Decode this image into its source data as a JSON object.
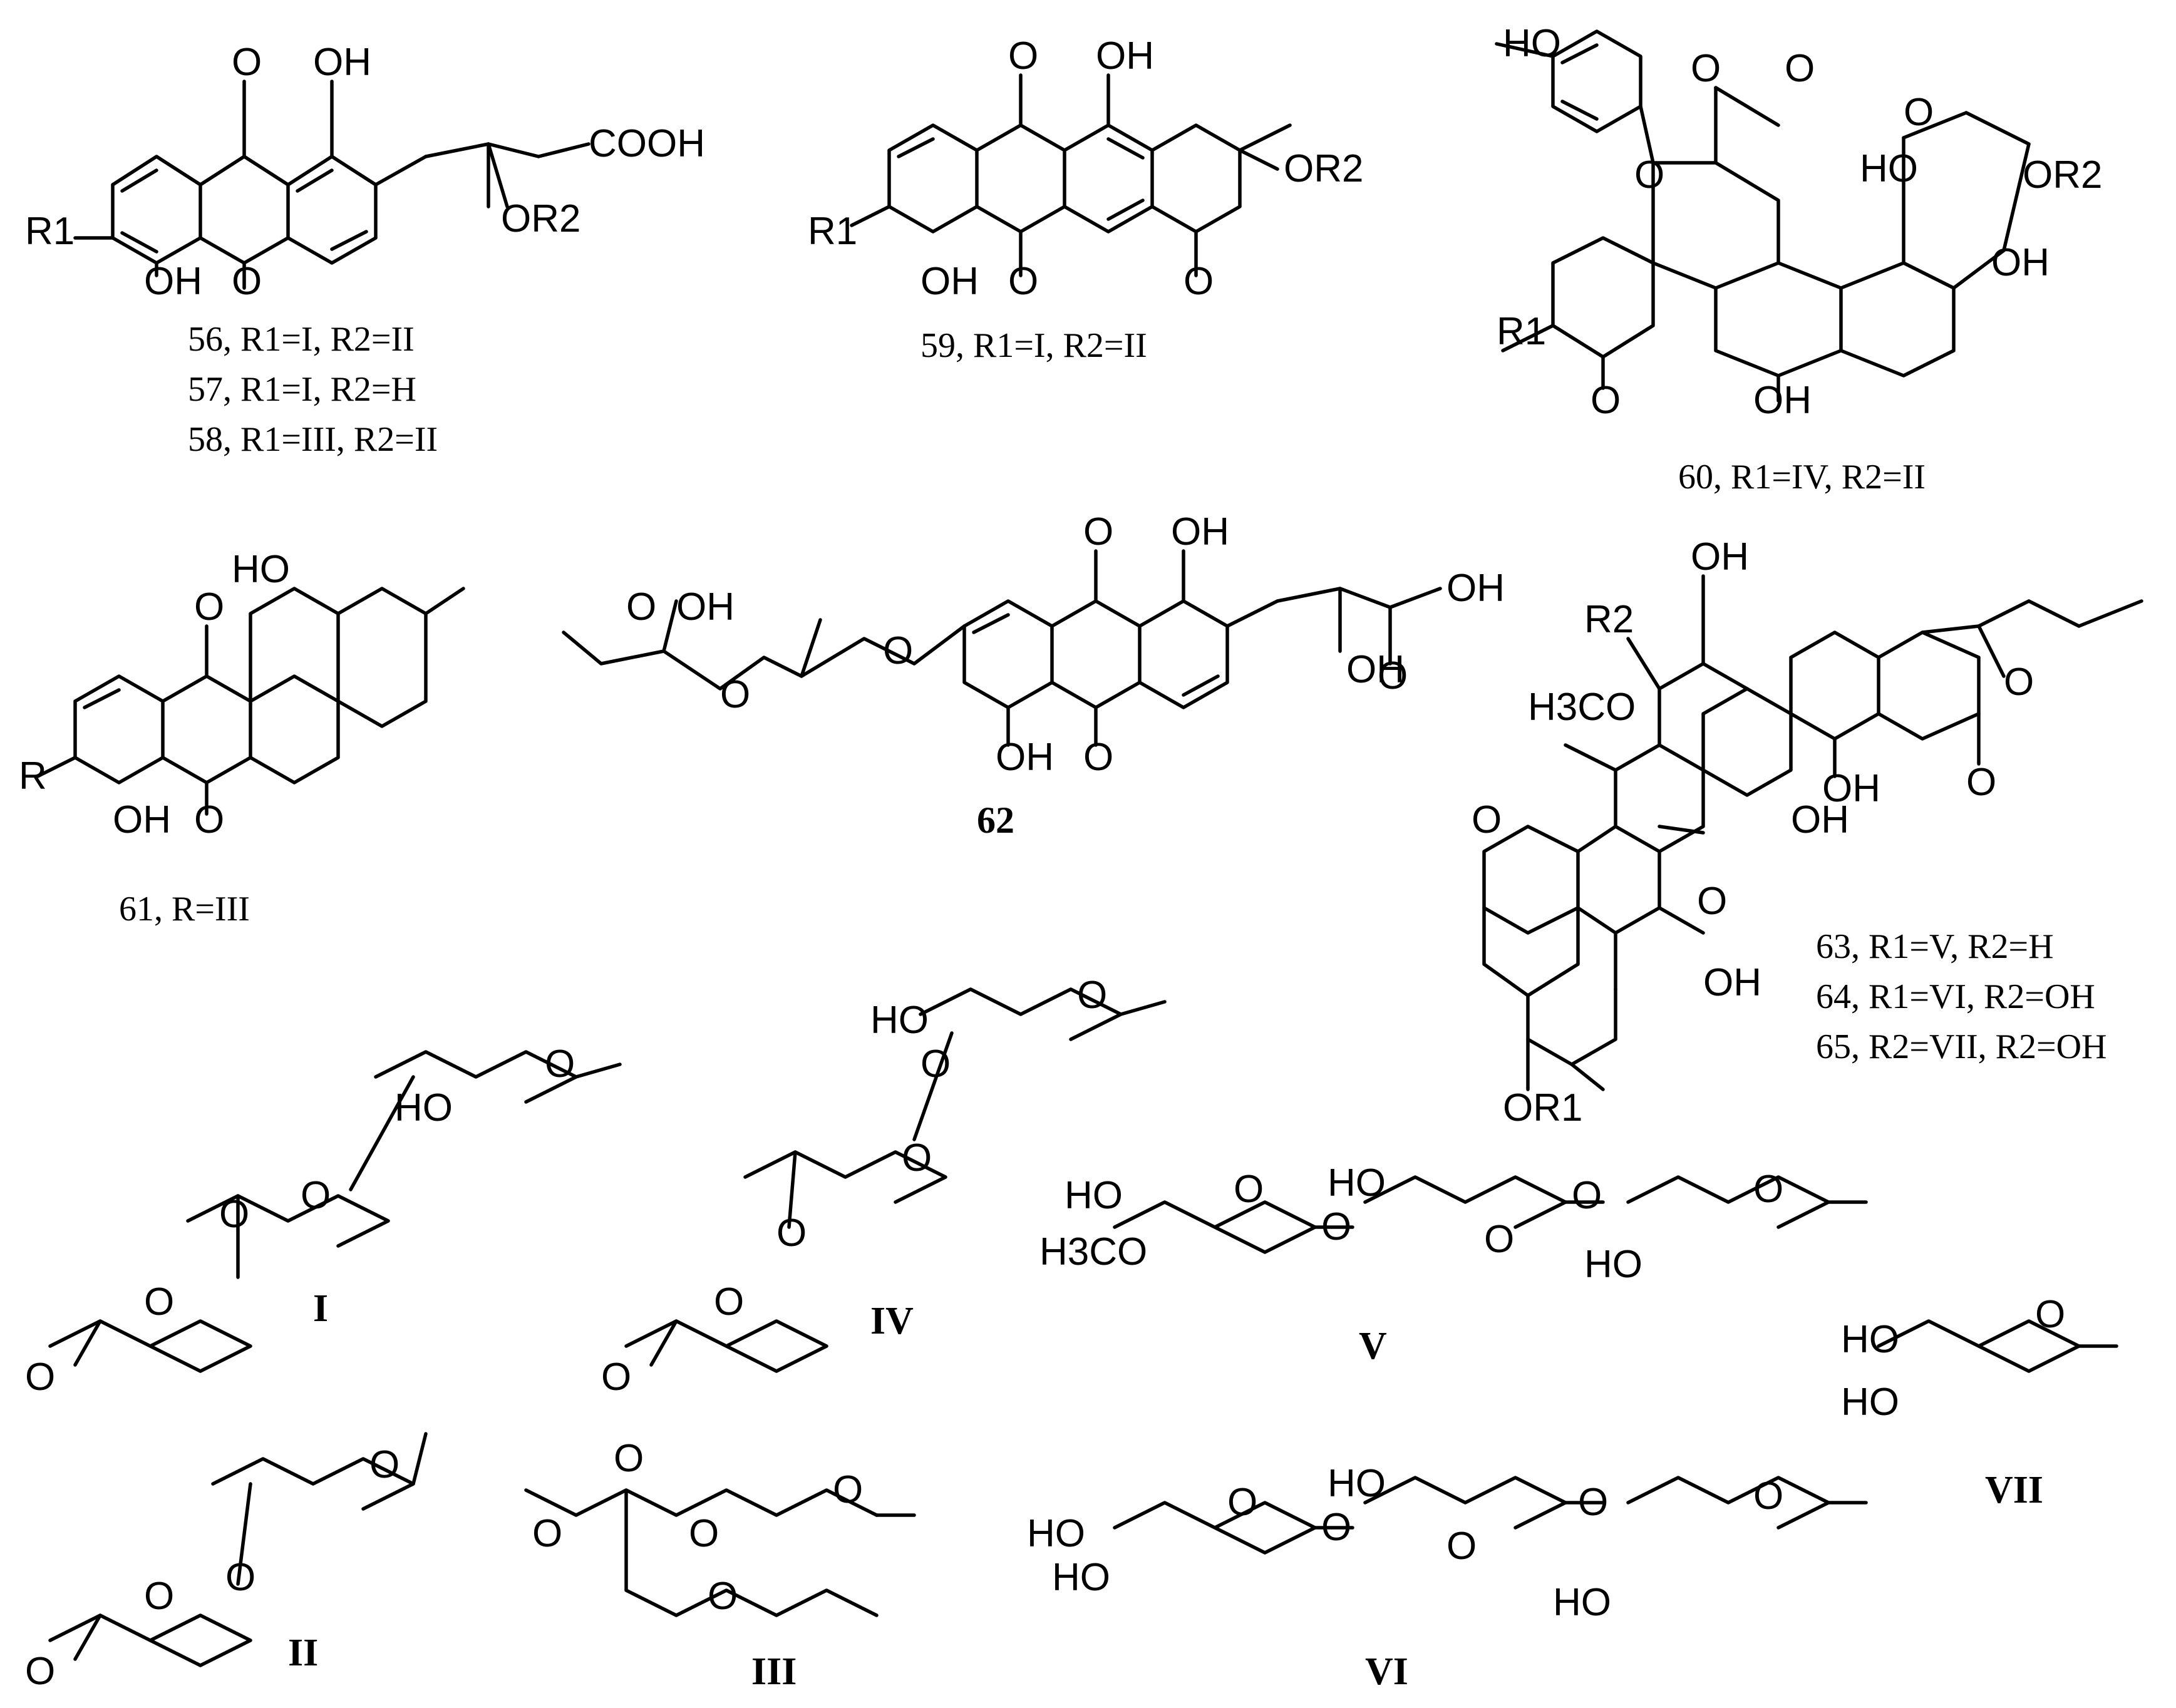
{
  "captions": {
    "c56": "56, R1=I, R2=II",
    "c57": "57, R1=I, R2=H",
    "c58": "58, R1=III, R2=II",
    "c59": "59, R1=I, R2=II",
    "c60": "60, R1=IV, R2=II",
    "c61": "61, R=III",
    "c62": "62",
    "c63": "63,  R1=V, R2=H",
    "c64": "64,  R1=VI, R2=OH",
    "c65": "65,  R2=VII, R2=OH"
  },
  "sugar_labels": [
    "I",
    "IV",
    "V",
    "VII",
    "II",
    "III",
    "VI"
  ],
  "atom_labels": {
    "O": "O",
    "OH": "OH",
    "HO": "HO",
    "COOH": "COOH",
    "OR2": "OR2",
    "OR1": "OR1",
    "R1": "R1",
    "R2": "R2",
    "R": "R",
    "H3CO": "H3CO"
  }
}
